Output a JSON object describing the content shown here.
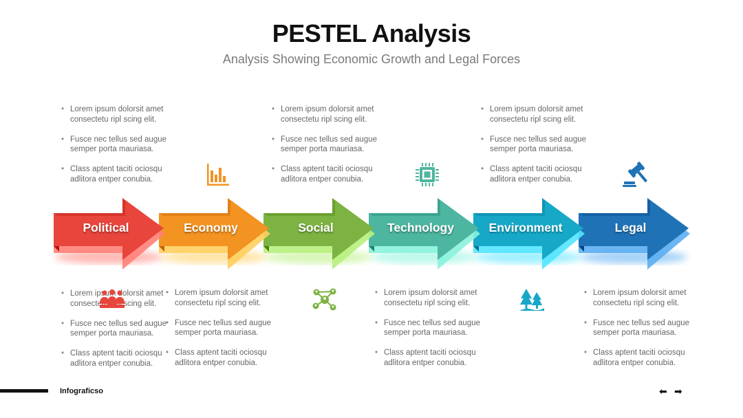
{
  "title": "PESTEL Analysis",
  "subtitle": "Analysis Showing Economic Growth and Legal Forces",
  "bullets": [
    "Lorem ipsum dolorsit amet consectetu ripl scing elit.",
    "Fusce nec tellus sed augue semper porta mauriasa.",
    "Class aptent taciti ociosqu adlitora entper conubia."
  ],
  "stages": [
    {
      "label": "Political",
      "color": "#e8453c",
      "icon": "people-group-icon"
    },
    {
      "label": "Economy",
      "color": "#f39322",
      "icon": "bar-chart-icon"
    },
    {
      "label": "Social",
      "color": "#7cb342",
      "icon": "network-icon"
    },
    {
      "label": "Technology",
      "color": "#4db6a0",
      "icon": "chip-icon"
    },
    {
      "label": "Environment",
      "color": "#17a8c8",
      "icon": "trees-icon"
    },
    {
      "label": "Legal",
      "color": "#1f72b5",
      "icon": "gavel-icon"
    }
  ],
  "footer": {
    "brand": "Infograficso",
    "prev": "⬅",
    "next": "➡"
  }
}
